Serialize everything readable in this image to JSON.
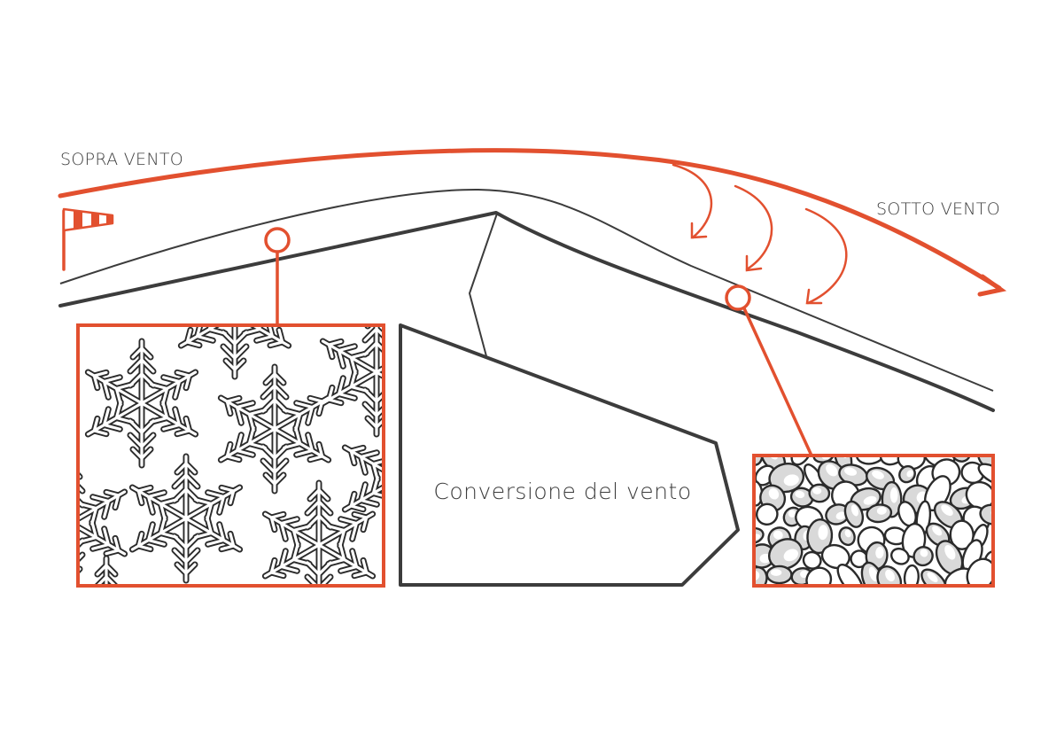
{
  "diagram": {
    "labels": {
      "windward": "SOPRA VENTO",
      "leeward": "SOTTO VENTO",
      "conversion": "Conversione del vento"
    },
    "icons": {
      "windsock": "windsock-icon",
      "snowflake_pattern": "snowflake-crystals",
      "grain_pattern": "rounded-snow-grains"
    },
    "colors": {
      "accent": "#e2502f",
      "ink": "#3c3c3c",
      "grain_shade": "#d9d9d9",
      "background": "#ffffff"
    }
  }
}
